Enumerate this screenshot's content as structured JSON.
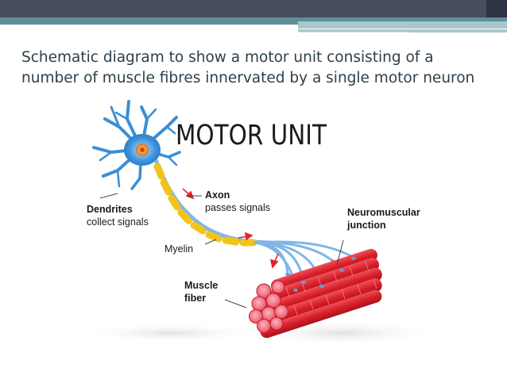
{
  "slide": {
    "title_line1": "Schematic diagram to show a motor unit consisting of a",
    "title_line2": "number of muscle fibres innervated by a single motor neuron"
  },
  "diagram": {
    "heading": "MOTOR UNIT",
    "labels": {
      "axon_title": "Axon",
      "axon_desc": "passes signals",
      "dendrites_title": "Dendrites",
      "dendrites_desc": "collect signals",
      "myelin": "Myelin",
      "nmj_line1": "Neuromuscular",
      "nmj_line2": "junction",
      "muscle_line1": "Muscle",
      "muscle_line2": "fiber"
    },
    "colors": {
      "neuron": "#3a8fd6",
      "nucleus": "#f08a24",
      "myelin": "#f2c41b",
      "muscle": "#e0242e",
      "arrow": "#e0242e",
      "nerve": "#7fb6e8"
    }
  }
}
